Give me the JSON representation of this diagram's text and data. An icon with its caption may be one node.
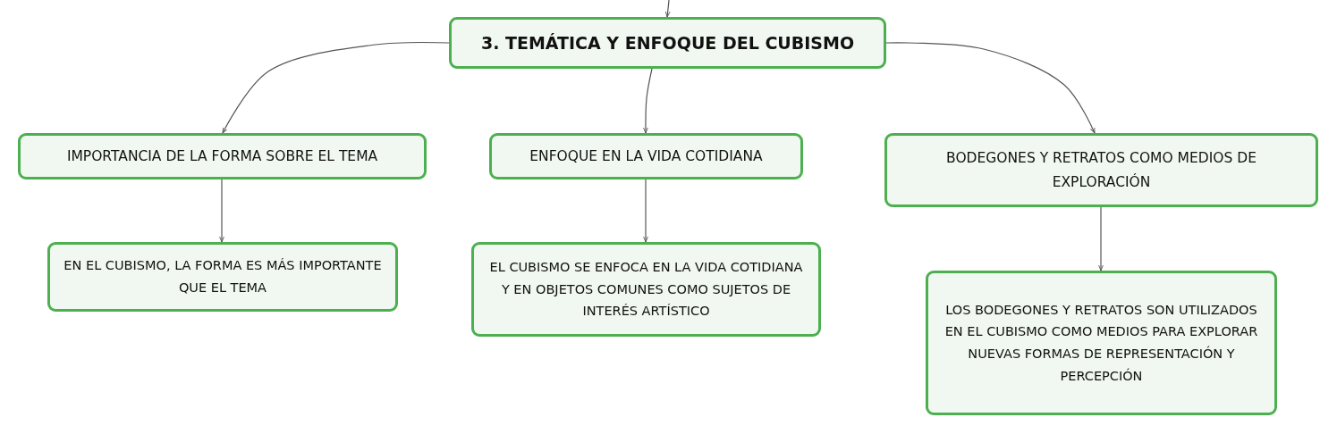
{
  "diagram": {
    "nodes": [
      {
        "text": [
          "3. TEMÁTICA Y ENFOQUE DEL CUBISMO"
        ]
      },
      {
        "text": [
          "IMPORTANCIA DE LA FORMA SOBRE EL TEMA"
        ]
      },
      {
        "text": [
          "ENFOQUE EN LA VIDA COTIDIANA"
        ]
      },
      {
        "text": [
          "BODEGONES Y RETRATOS COMO MEDIOS DE EXPLORACIÓN"
        ]
      },
      {
        "text": [
          "EN EL CUBISMO, LA FORMA ES MÁS IMPORTANTE QUE EL TEMA"
        ]
      },
      {
        "text": [
          "EL CUBISMO SE ENFOCA EN LA VIDA COTIDIANA Y EN OBJETOS COMUNES COMO SUJETOS DE INTERÉS ARTÍSTICO"
        ]
      },
      {
        "text": [
          "LOS BODEGONES Y RETRATOS SON UTILIZADOS EN EL CUBISMO COMO MEDIOS PARA EXPLORAR NUEVAS FORMAS DE REPRESENTACIÓN Y PERCEPCIÓN"
        ]
      }
    ],
    "edges": [
      {
        "from": null,
        "to": 0,
        "arrow": "to"
      },
      {
        "from": 0,
        "to": 1,
        "arrow": "to"
      },
      {
        "from": 0,
        "to": 2,
        "arrow": "to"
      },
      {
        "from": 0,
        "to": 3,
        "arrow": "to"
      },
      {
        "from": 1,
        "to": 4,
        "arrow": "to"
      },
      {
        "from": 2,
        "to": 5,
        "arrow": "to"
      },
      {
        "from": 3,
        "to": 6,
        "arrow": "to"
      }
    ]
  }
}
